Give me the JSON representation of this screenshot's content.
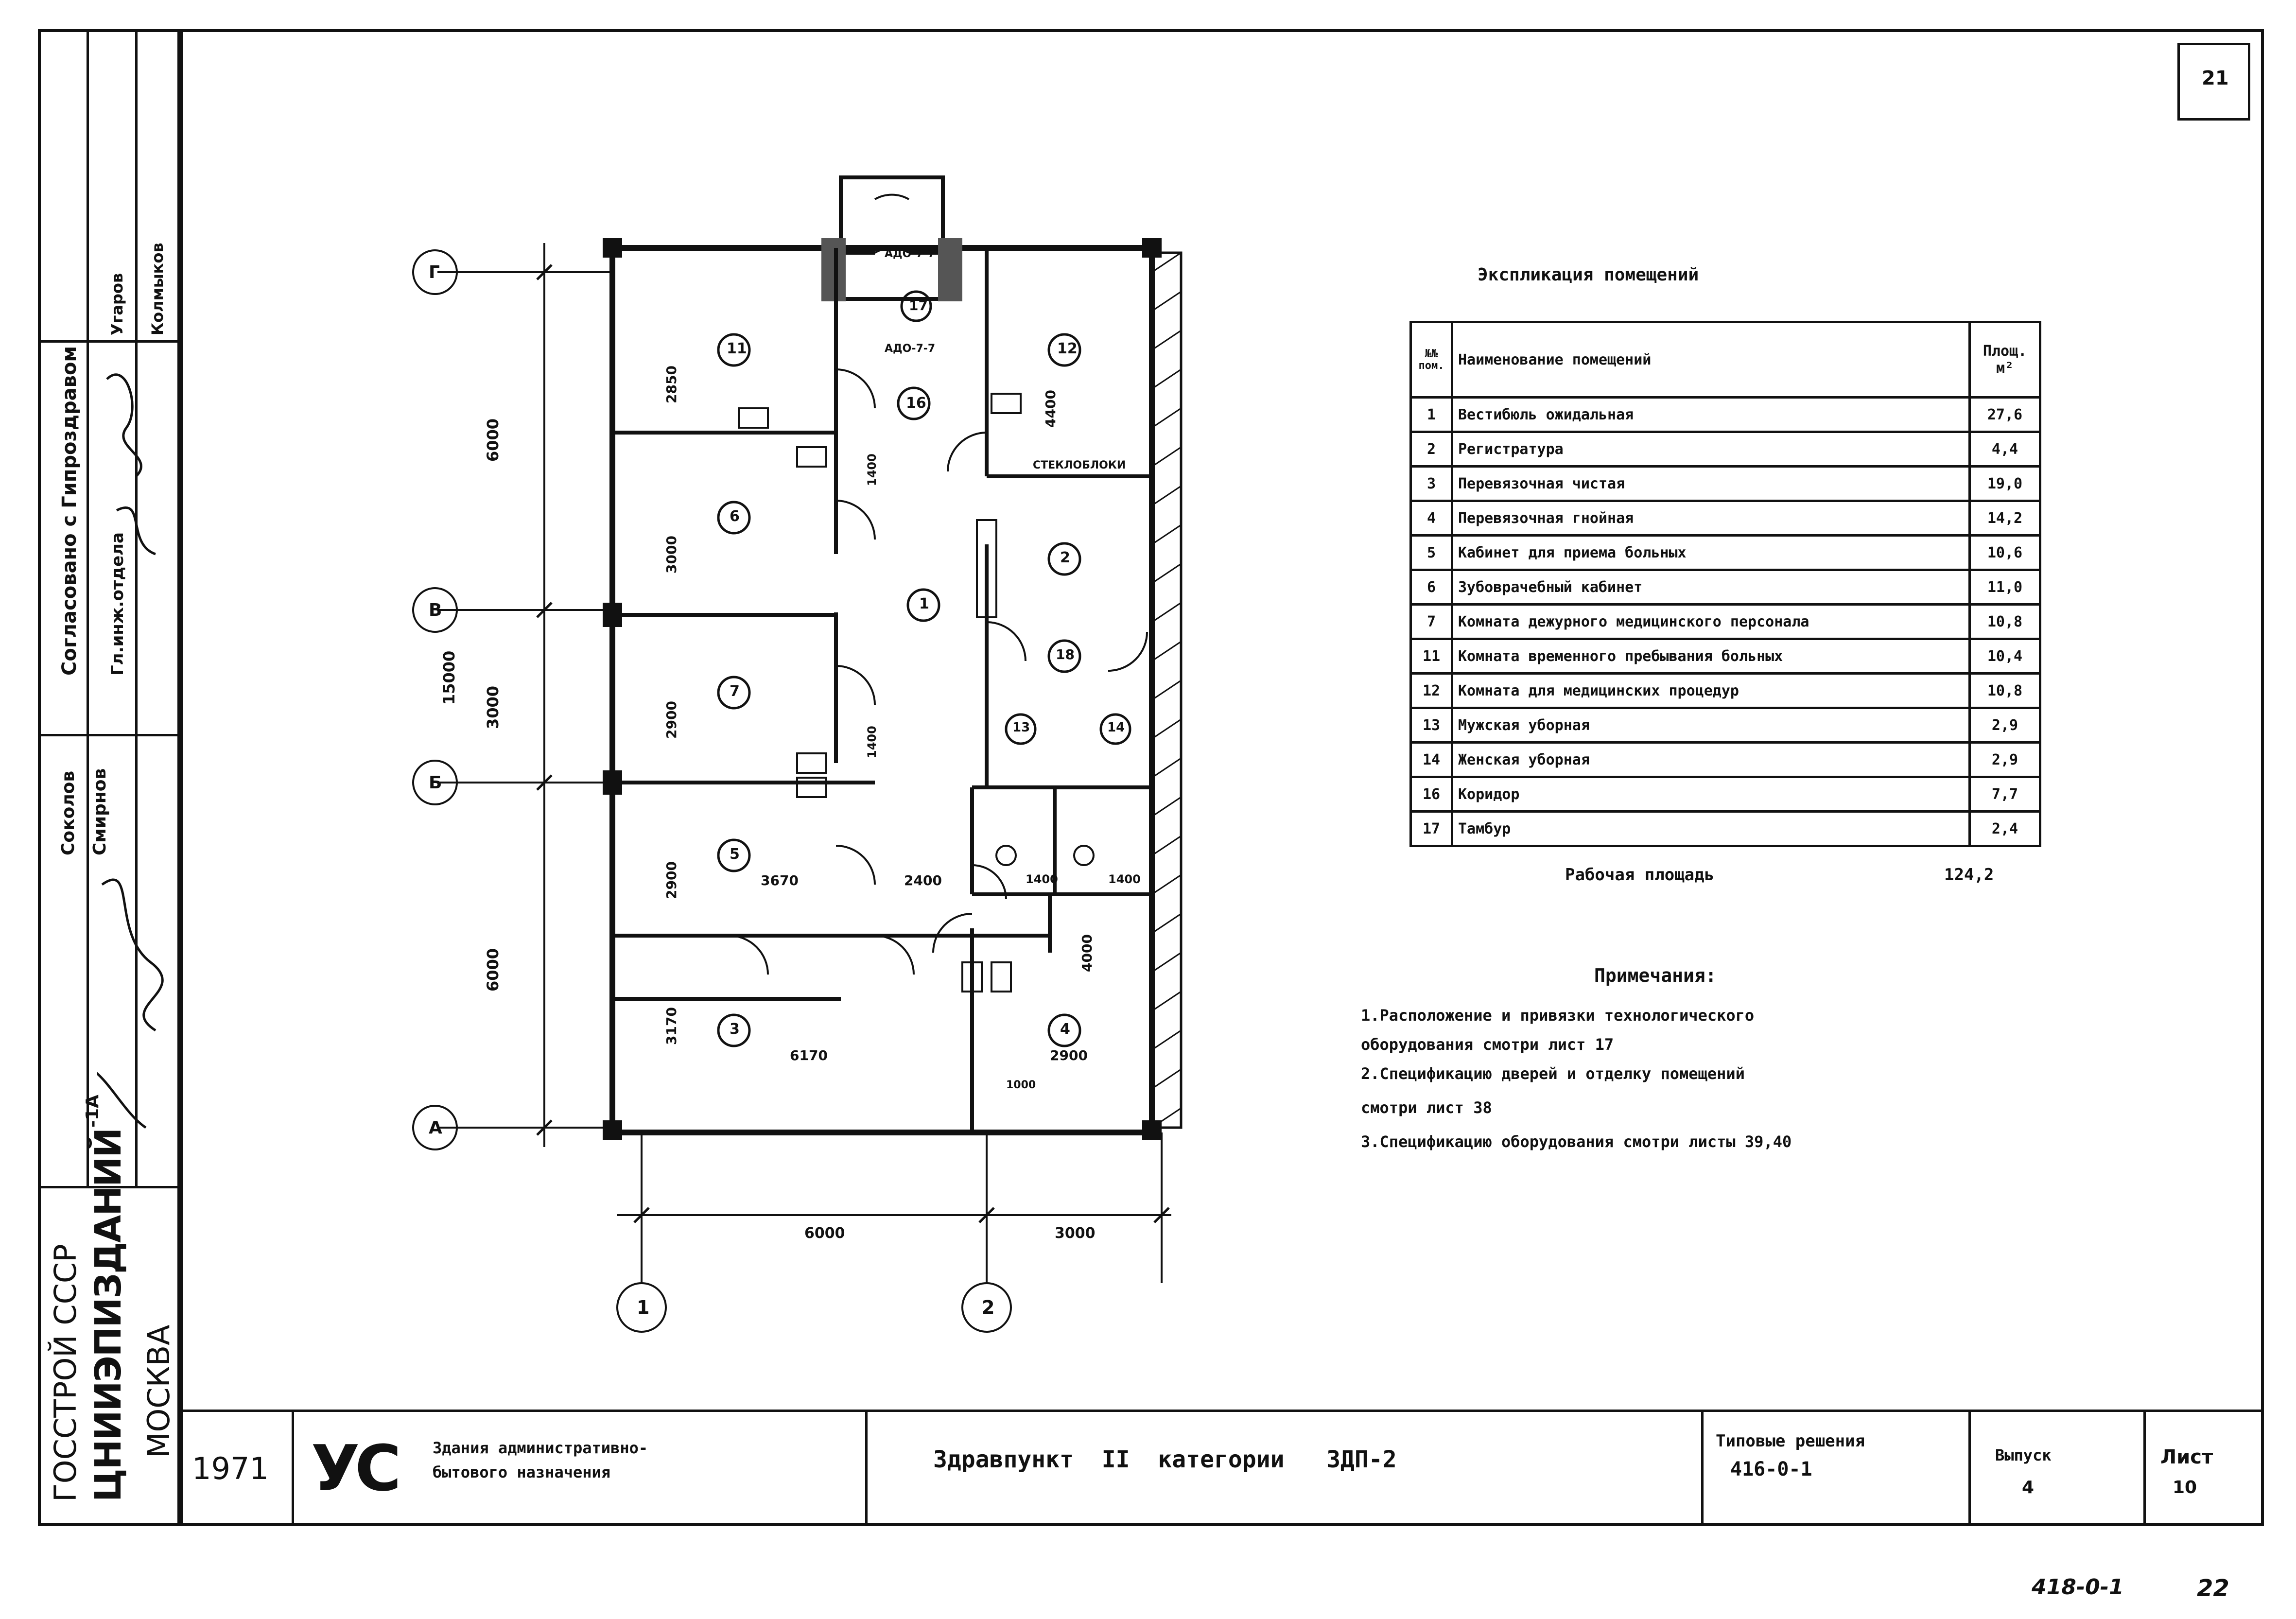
{
  "sheet_number": "21",
  "page_footer": {
    "code": "418-0-1",
    "page": "22"
  },
  "left_stamp": {
    "approved_label": "Согласовано с Гипроздравом",
    "approved_role": "Гл.инж.отдела",
    "approved_name_1": "Угаров",
    "approved_name_2": "Колмыков",
    "author_1": "Соколов",
    "author_2": "Смирнов",
    "stamp_a": "-1А",
    "org_1": "ГОССТРОЙ СССР",
    "org_2": "ЦНИИЭПИЗДАНИЙ",
    "org_3": "МОСКВА"
  },
  "plan": {
    "axes_letters": [
      "Г",
      "В",
      "Б",
      "А"
    ],
    "axes_numbers": [
      "1",
      "2"
    ],
    "dims_vertical": [
      "6000",
      "3000",
      "15000",
      "6000"
    ],
    "dims_horizontal": [
      "6000",
      "3000"
    ],
    "rooms": [
      "11",
      "12",
      "17",
      "16",
      "6",
      "1",
      "2",
      "18",
      "7",
      "13",
      "14",
      "5",
      "3",
      "4"
    ],
    "labels": {
      "door_top_1": "АДО-7-7",
      "door_top_2": "АДО-7-7",
      "glass_block": "СТЕКЛОБЛОКИ",
      "d_2850": "2850",
      "d_4400": "4400",
      "d_3000": "3000",
      "d_2900a": "2900",
      "d_2900b": "2900",
      "d_3170": "3170",
      "d_3670": "3670",
      "d_2400": "2400",
      "d_6170": "6170",
      "d_2900c": "2900",
      "d_1400a": "1400",
      "d_1400b": "1400",
      "d_4000": "4000",
      "d_1400c": "1400",
      "d_1400d": "1400",
      "d_1000": "1000"
    }
  },
  "explication": {
    "title": "Экспликация помещений",
    "headers": {
      "num": "№№ пом.",
      "name": "Наименование помещений",
      "area": "Площ. м²"
    },
    "rows": [
      {
        "num": "1",
        "name": "Вестибюль ожидальная",
        "area": "27,6"
      },
      {
        "num": "2",
        "name": "Регистратура",
        "area": "4,4"
      },
      {
        "num": "3",
        "name": "Перевязочная чистая",
        "area": "19,0"
      },
      {
        "num": "4",
        "name": "Перевязочная гнойная",
        "area": "14,2"
      },
      {
        "num": "5",
        "name": "Кабинет для приема больных",
        "area": "10,6"
      },
      {
        "num": "6",
        "name": "Зубоврачебный кабинет",
        "area": "11,0"
      },
      {
        "num": "7",
        "name": "Комната дежурного медицинского персонала",
        "area": "10,8"
      },
      {
        "num": "11",
        "name": "Комната временного пребывания больных",
        "area": "10,4"
      },
      {
        "num": "12",
        "name": "Комната для медицинских процедур",
        "area": "10,8"
      },
      {
        "num": "13",
        "name": "Мужская уборная",
        "area": "2,9"
      },
      {
        "num": "14",
        "name": "Женская уборная",
        "area": "2,9"
      },
      {
        "num": "16",
        "name": "Коридор",
        "area": "7,7"
      },
      {
        "num": "17",
        "name": "Тамбур",
        "area": "2,4"
      }
    ],
    "total_label": "Рабочая площадь",
    "total_value": "124,2"
  },
  "notes": {
    "title": "Примечания:",
    "lines": [
      "1.Расположение и привязки технологического",
      "оборудования смотри лист 17",
      "2.Спецификацию дверей и отделку помещений",
      "смотри лист 38",
      "3.Спецификацию оборудования смотри листы 39,40"
    ]
  },
  "title_block": {
    "year": "1971",
    "logo": "УС",
    "building_type_1": "Здания административно-",
    "building_type_2": "бытового назначения",
    "project": "Здравпункт  II  категории   ЗДП-2",
    "series_label": "Типовые решения",
    "series_value": "416-0-1",
    "issue_label": "Выпуск",
    "issue_value": "4",
    "sheet_label": "Лист",
    "sheet_value": "10"
  }
}
